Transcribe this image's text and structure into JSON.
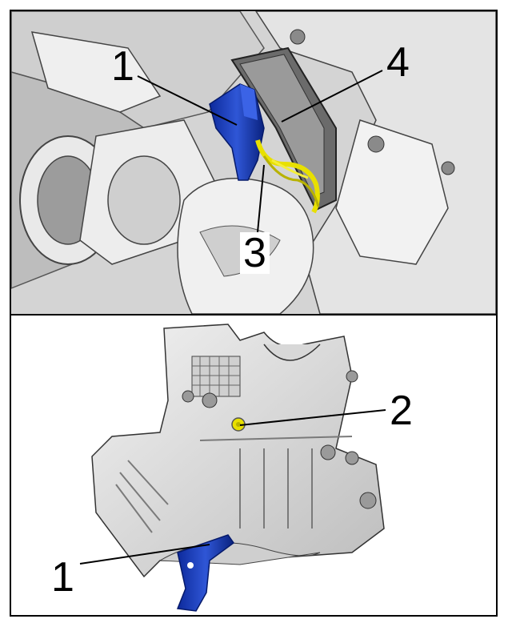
{
  "callouts": {
    "top_1": "1",
    "top_3": "3",
    "top_4": "4",
    "bottom_2": "2",
    "bottom_1": "1"
  },
  "colors": {
    "tool_blue": "#1f3fb0",
    "wire_yellow": "#e8e000",
    "metal_light": "#e6e6e6",
    "metal_shadow": "#8c8c8c",
    "outline": "#000000"
  }
}
